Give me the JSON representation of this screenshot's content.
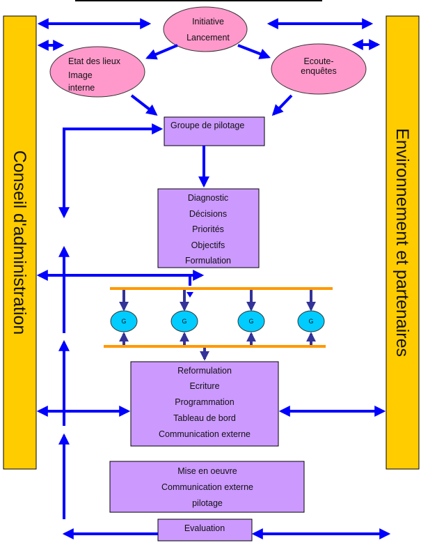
{
  "sidebars": {
    "left": "Conseil d'administration",
    "right": "Environnement et partenaires"
  },
  "ellipses": {
    "initiative": [
      "Initiative",
      "Lancement"
    ],
    "etat": [
      "Etat des lieux",
      "Image",
      "interne"
    ],
    "ecoute": [
      "Ecoute-",
      "enquêtes"
    ]
  },
  "boxes": {
    "groupe": "Groupe de pilotage",
    "diagnostic": [
      "Diagnostic",
      "Décisions",
      "Priorités",
      "Objectifs",
      "Formulation"
    ],
    "reformulation": [
      "Reformulation",
      "Ecriture",
      "Programmation",
      "Tableau de bord",
      "Communication externe"
    ],
    "mise": [
      "Mise en oeuvre",
      "Communication externe",
      "pilotage"
    ],
    "evaluation": "Evaluation"
  },
  "groups": [
    "G",
    "G",
    "G",
    "G"
  ],
  "colors": {
    "sidebar": "#FFCC00",
    "ellipse": "#FF99CC",
    "box": "#CC99FF",
    "group": "#00CCFF",
    "arrow": "#0000FF",
    "arrow_dark": "#333399",
    "rail": "#FF9900"
  }
}
